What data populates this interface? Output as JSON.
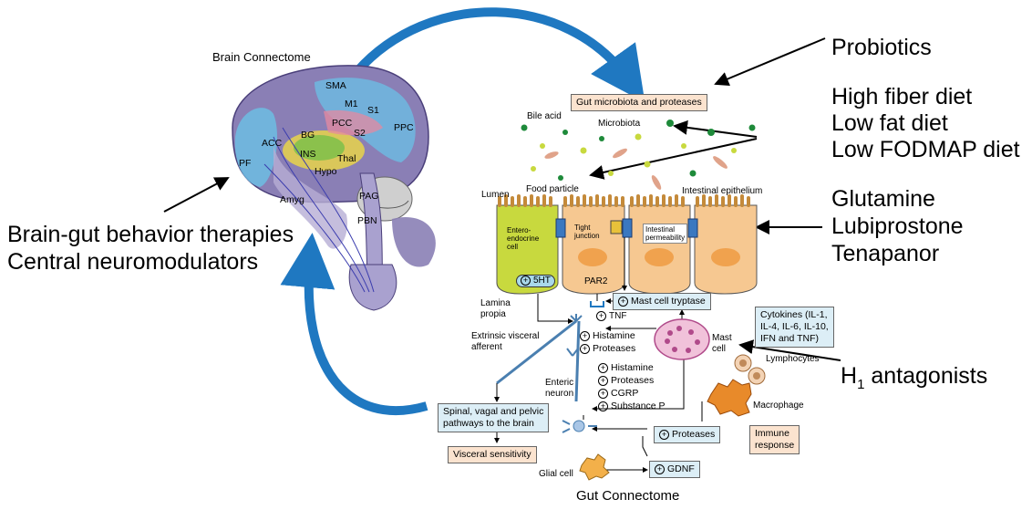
{
  "brain": {
    "title": "Brain Connectome",
    "regions": {
      "sma": "SMA",
      "m1": "M1",
      "s1": "S1",
      "pcc": "PCC",
      "s2": "S2",
      "ppc": "PPC",
      "bg": "BG",
      "acc": "ACC",
      "ins": "INS",
      "thal": "Thal",
      "pf": "PF",
      "hypo": "Hypo",
      "amyg": "Amyg",
      "pag": "PAG",
      "pbn": "PBN"
    }
  },
  "interventions": {
    "left": [
      "Brain-gut behavior therapies",
      "Central neuromodulators"
    ],
    "probiotics": "Probiotics",
    "diets": [
      "High fiber diet",
      "Low fat diet",
      "Low FODMAP diet"
    ],
    "drugs": [
      "Glutamine",
      "Lubiprostone",
      "Tenapanor"
    ],
    "h1": "H",
    "h1_sub": "1",
    "h1_rest": " antagonists"
  },
  "gut": {
    "microbiota_box": "Gut microbiota and proteases",
    "bile_acid": "Bile acid",
    "microbiota": "Microbiota",
    "food_particle": "Food particle",
    "lumen": "Lumen",
    "intestinal_epithelium": "Intestinal epithelium",
    "entero_cell": [
      "Entero-",
      "endocrine",
      "cell"
    ],
    "tight_junction": [
      "Tight",
      "junction"
    ],
    "intestinal_permeability": [
      "Intestinal",
      "permeability"
    ],
    "par2": "PAR2",
    "ht5": "5HT",
    "lamina_propia": [
      "Lamina",
      "propia"
    ],
    "mast_cell_tryptase": "Mast cell tryptase",
    "tnf": "TNF",
    "extrinsic": [
      "Extrinsic visceral",
      "afferent"
    ],
    "afferent_items": [
      "Histamine",
      "Proteases"
    ],
    "enteric_items": [
      "Histamine",
      "Proteases",
      "CGRP",
      "Substance P"
    ],
    "enteric_neuron": [
      "Enteric",
      "neuron"
    ],
    "mast_cell": [
      "Mast",
      "cell"
    ],
    "cytokines": [
      "Cytokines (IL-1,",
      "IL-4, IL-6, IL-10,",
      "IFN  and TNF)"
    ],
    "lymphocytes": "Lymphocytes",
    "macrophage": "Macrophage",
    "proteases": "Proteases",
    "immune_response": [
      "Immune",
      "response"
    ],
    "spinal_box": [
      "Spinal, vagal and pelvic",
      "pathways to the brain"
    ],
    "visceral_sensitivity": "Visceral sensitivity",
    "glial_cell": "Glial cell",
    "gdnf": "GDNF",
    "footer": "Gut Connectome"
  },
  "colors": {
    "arc_blue": "#1f78c1",
    "enterocyte": "#f6c891",
    "enterocyte_nucleus": "#f0a24e",
    "entero_endocrine": "#c8d93e",
    "brain_purple": "#8a7fb5",
    "brain_blue": "#6cbde3",
    "box_peach": "#fbe3cf",
    "box_blue": "#dceef6"
  }
}
